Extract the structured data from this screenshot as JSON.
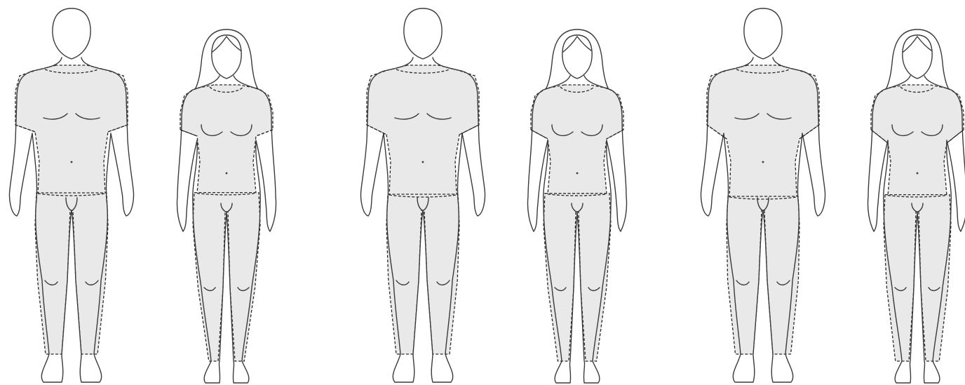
{
  "figures": [
    {
      "id": "male-fit-tight",
      "kind": "male",
      "fit": "tight"
    },
    {
      "id": "female-fit-tight",
      "kind": "female",
      "fit": "tight"
    },
    {
      "id": "male-fit-regular",
      "kind": "male",
      "fit": "regular"
    },
    {
      "id": "female-fit-regular",
      "kind": "female",
      "fit": "regular"
    },
    {
      "id": "male-fit-loose",
      "kind": "male",
      "fit": "loose"
    },
    {
      "id": "female-fit-loose",
      "kind": "female",
      "fit": "loose"
    }
  ],
  "colors": {
    "garment_fill": "#e9e9e9",
    "outline": "#3a3a3a",
    "seam": "#2a2a2a",
    "background": "#ffffff"
  }
}
